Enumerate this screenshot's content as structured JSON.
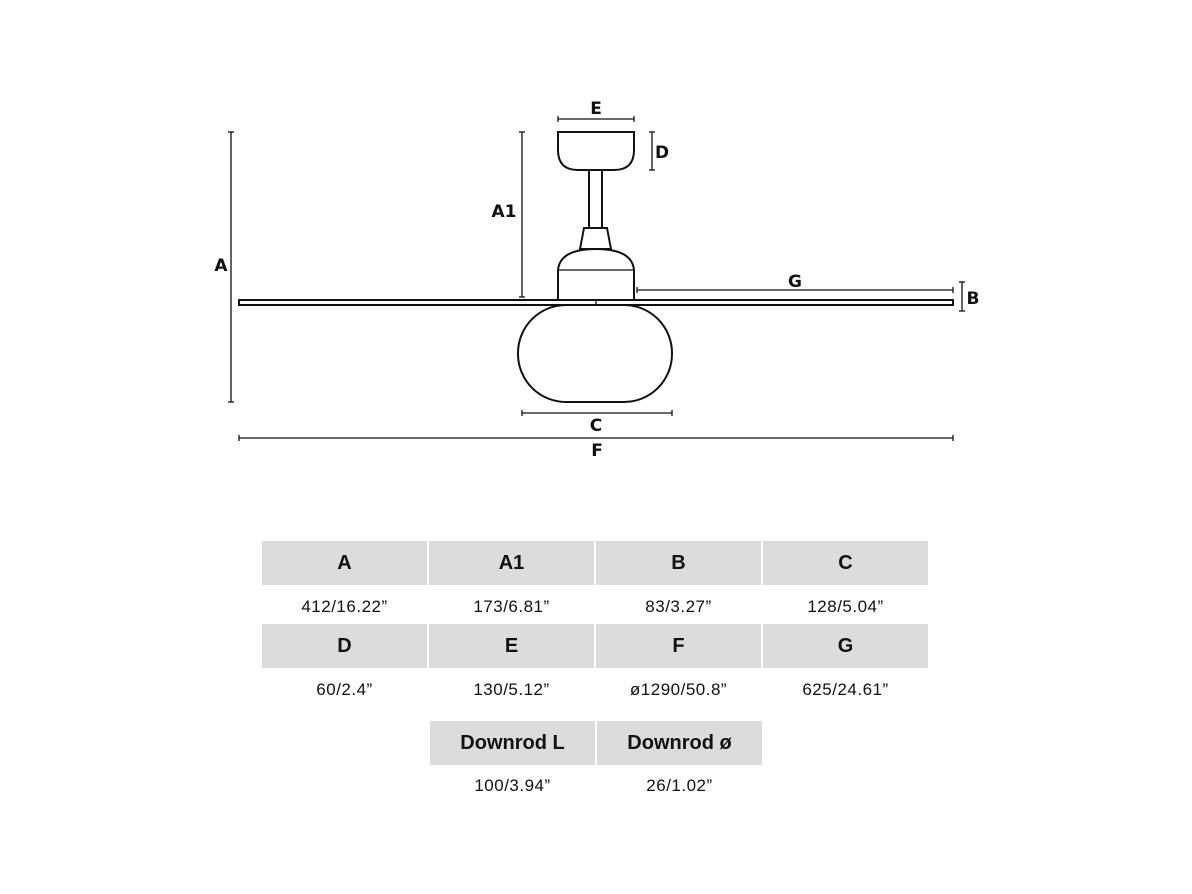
{
  "diagram_labels": {
    "A": "A",
    "A1": "A1",
    "B": "B",
    "C": "C",
    "D": "D",
    "E": "E",
    "F": "F",
    "G": "G"
  },
  "table": [
    {
      "label": "A",
      "value": "412/16.22”"
    },
    {
      "label": "A1",
      "value": "173/6.81”"
    },
    {
      "label": "B",
      "value": "83/3.27”"
    },
    {
      "label": "C",
      "value": "128/5.04”"
    },
    {
      "label": "D",
      "value": "60/2.4”"
    },
    {
      "label": "E",
      "value": "130/5.12”"
    },
    {
      "label": "F",
      "value": "ø1290/50.8”"
    },
    {
      "label": "G",
      "value": "625/24.61”"
    },
    {
      "label": "Downrod L",
      "value": "100/3.94”"
    },
    {
      "label": "Downrod ø",
      "value": "26/1.02”"
    }
  ]
}
